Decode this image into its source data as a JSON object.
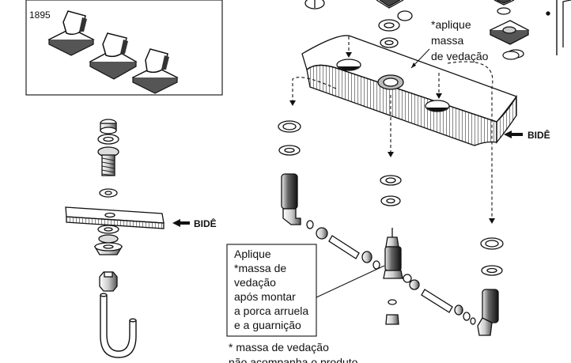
{
  "inset": {
    "model_number": "1895"
  },
  "labels": {
    "bide_left": "BIDÊ",
    "bide_right": "BIDÊ",
    "aplique_note": [
      "*aplique",
      "massa",
      "de vedação"
    ],
    "callout": [
      "Aplique",
      "*massa de",
      "vedação",
      "após montar",
      "a porca arruela",
      "e a guarnição"
    ],
    "footnote": [
      "* massa de vedação",
      "não acompanha o produto"
    ]
  }
}
